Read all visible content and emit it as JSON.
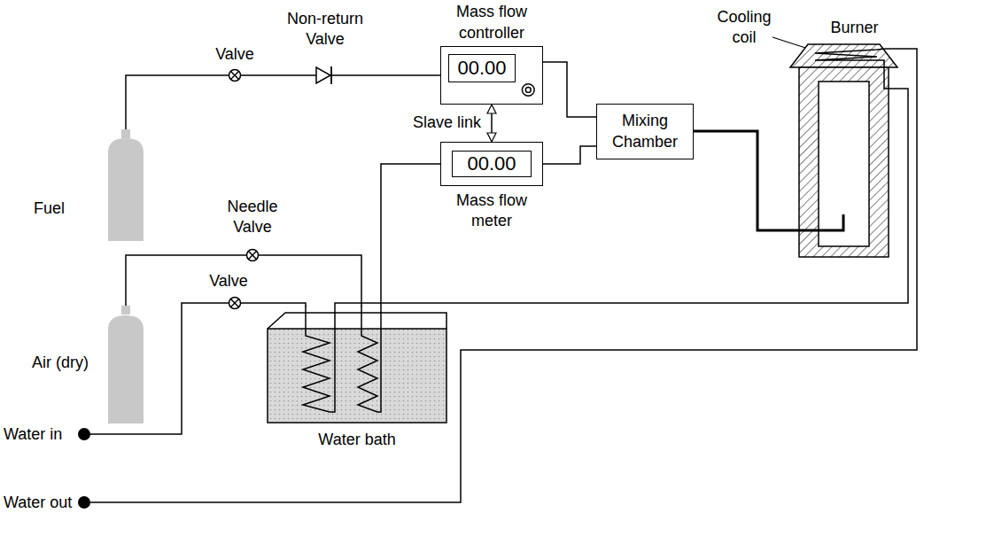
{
  "diagram": {
    "nodes": [
      {
        "text": [
          "Mass flow controller",
          "00.00"
        ]
      },
      {
        "text": [
          "Mixing Chamber"
        ]
      },
      {
        "text": [
          "Burner"
        ]
      },
      {
        "text": [
          "00.00",
          "Mass flow meter"
        ]
      },
      {
        "text": [
          "Water bath"
        ]
      }
    ],
    "edges": [
      {
        "from": 0,
        "to": 1,
        "arrow": "none"
      },
      {
        "from": 3,
        "to": 1,
        "arrow": "none"
      },
      {
        "from": 1,
        "to": 2,
        "arrow": "none"
      },
      {
        "from": 0,
        "to": 3,
        "label": "Slave link",
        "arrow": "both"
      },
      {
        "from": 4,
        "to": 3,
        "arrow": "none"
      },
      {
        "from": 4,
        "to": 2,
        "arrow": "none"
      }
    ],
    "labels": [
      "Fuel",
      "Valve",
      "Non-return Valve",
      "Needle Valve",
      "Air (dry)",
      "Valve",
      "Water in",
      "Water out",
      "Cooling coil"
    ]
  }
}
